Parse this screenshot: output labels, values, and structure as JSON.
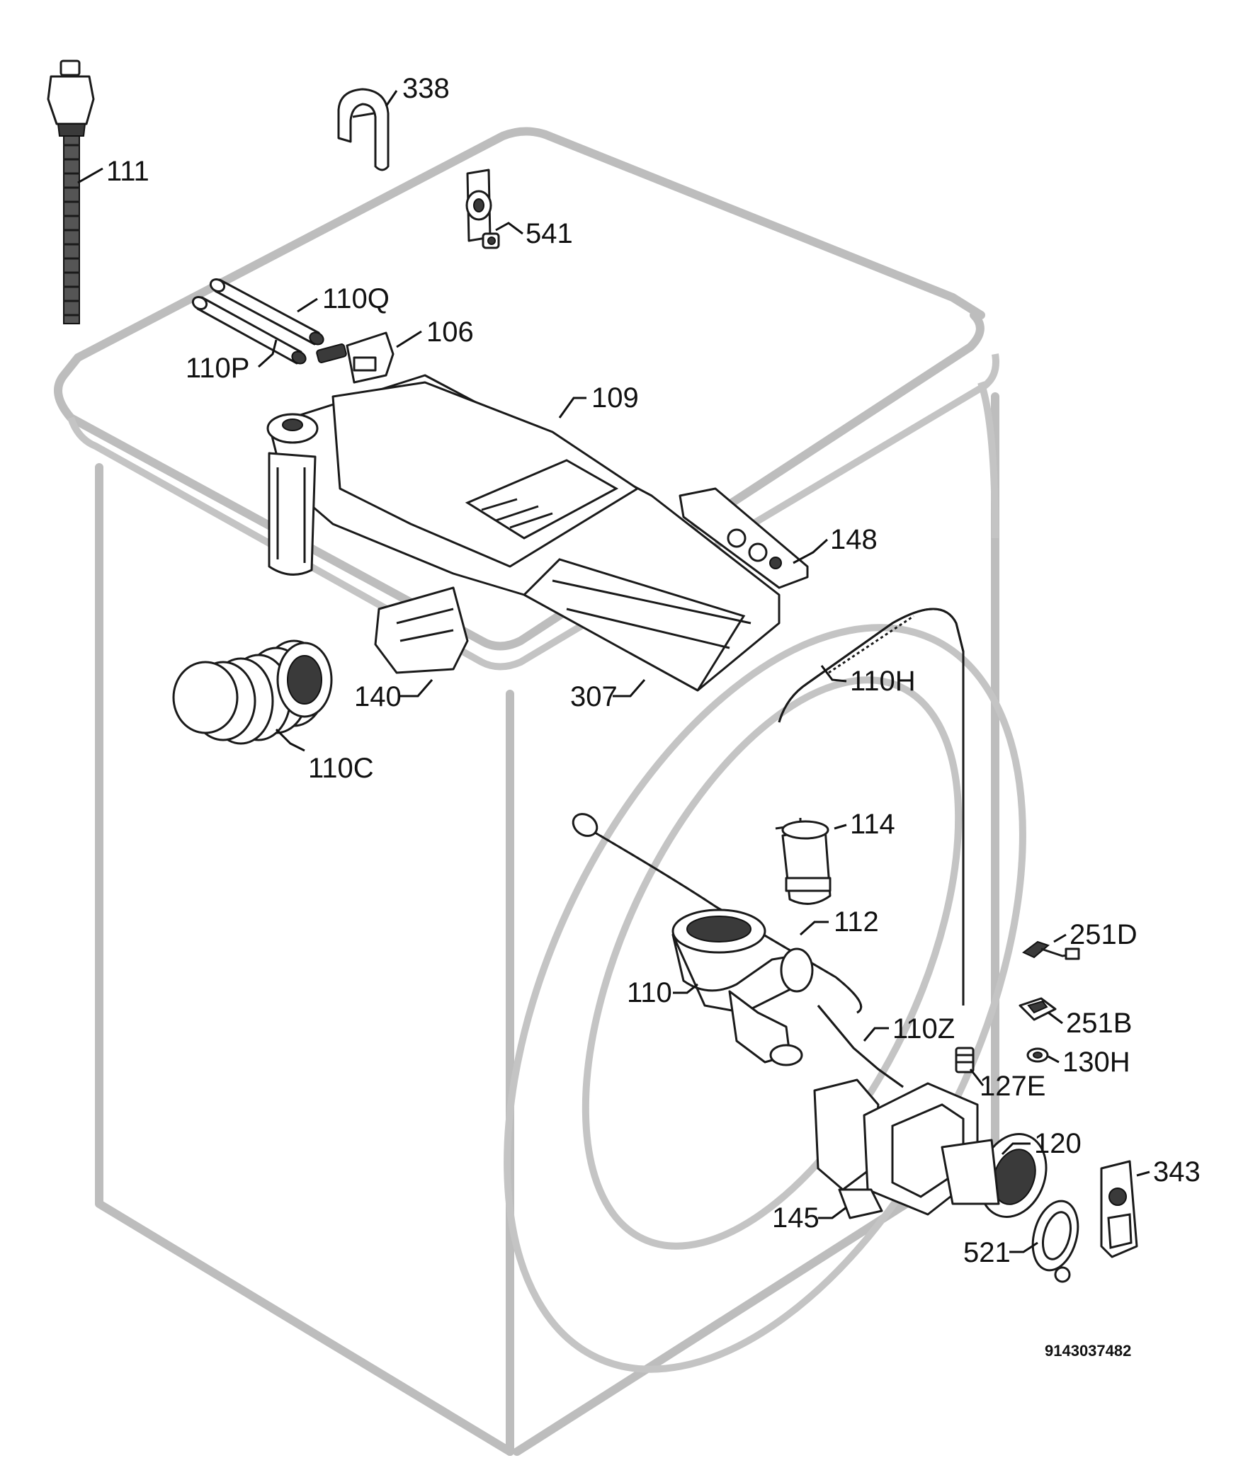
{
  "callouts": [
    {
      "id": "338",
      "label": "338"
    },
    {
      "id": "111",
      "label": "111"
    },
    {
      "id": "541",
      "label": "541"
    },
    {
      "id": "110Q",
      "label": "110Q"
    },
    {
      "id": "106",
      "label": "106"
    },
    {
      "id": "110P",
      "label": "110P"
    },
    {
      "id": "109",
      "label": "109"
    },
    {
      "id": "148",
      "label": "148"
    },
    {
      "id": "110H",
      "label": "110H"
    },
    {
      "id": "140",
      "label": "140"
    },
    {
      "id": "307",
      "label": "307"
    },
    {
      "id": "110C",
      "label": "110C"
    },
    {
      "id": "114",
      "label": "114"
    },
    {
      "id": "112",
      "label": "112"
    },
    {
      "id": "251D",
      "label": "251D"
    },
    {
      "id": "110",
      "label": "110"
    },
    {
      "id": "251B",
      "label": "251B"
    },
    {
      "id": "110Z",
      "label": "110Z"
    },
    {
      "id": "130H",
      "label": "130H"
    },
    {
      "id": "127E",
      "label": "127E"
    },
    {
      "id": "120",
      "label": "120"
    },
    {
      "id": "343",
      "label": "343"
    },
    {
      "id": "145",
      "label": "145"
    },
    {
      "id": "521",
      "label": "521"
    }
  ],
  "reference_number": "9143037482"
}
